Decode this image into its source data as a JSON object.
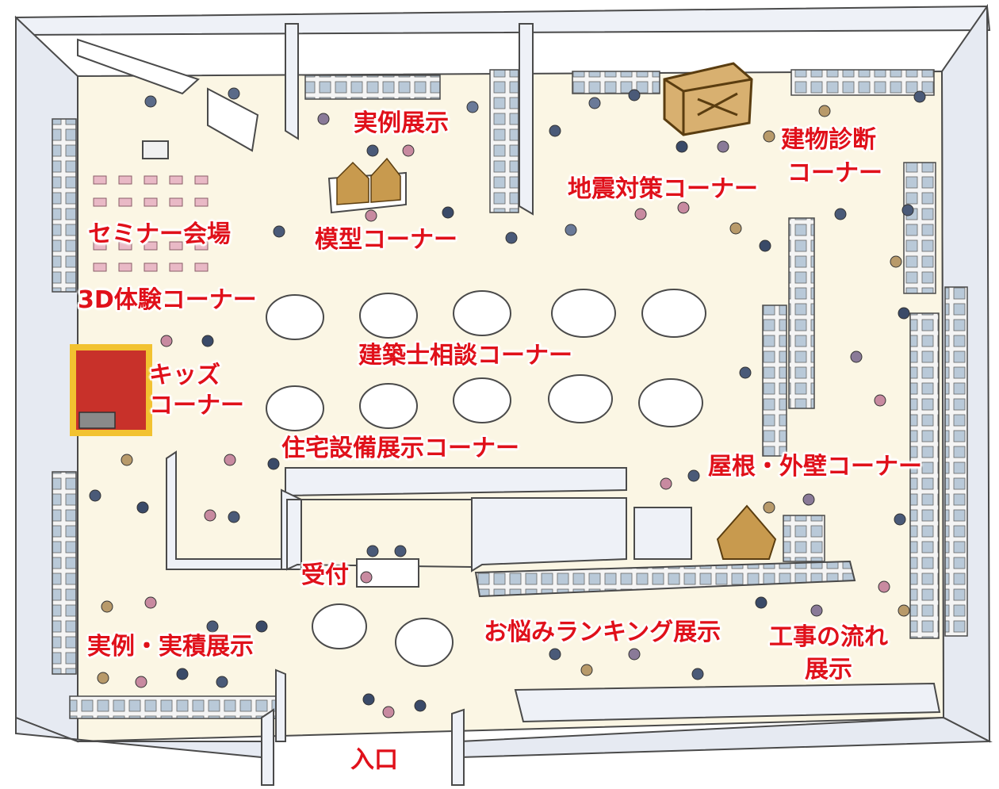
{
  "map": {
    "labels": {
      "jitsurei_tenji": "実例展示",
      "tatemono_shindan_1": "建物診断",
      "tatemono_shindan_2": "コーナー",
      "jishin_taisaku": "地震対策コーナー",
      "seminar": "セミナー会場",
      "mokei": "模型コーナー",
      "vr3d": "3D体験コーナー",
      "kenchikushi": "建築士相談コーナー",
      "kids_1": "キッズ",
      "kids_2": "コーナー",
      "jutaku_setsubi": "住宅設備展示コーナー",
      "yane_gaiheki": "屋根・外壁コーナー",
      "uketsuke": "受付",
      "jitsurei_jisseki": "実例・実積展示",
      "onayami": "お悩みランキング展示",
      "koji_1": "工事の流れ",
      "koji_2": "展示",
      "iriguchi": "入口"
    },
    "colors": {
      "label": "#e0101a",
      "floor": "#fbf6e4",
      "wall": "#eef1f7",
      "wall_edge": "#4a4a4a",
      "kids_mat": "#c8312a",
      "kids_border": "#f2c230",
      "model_wood": "#c89a4e"
    }
  }
}
